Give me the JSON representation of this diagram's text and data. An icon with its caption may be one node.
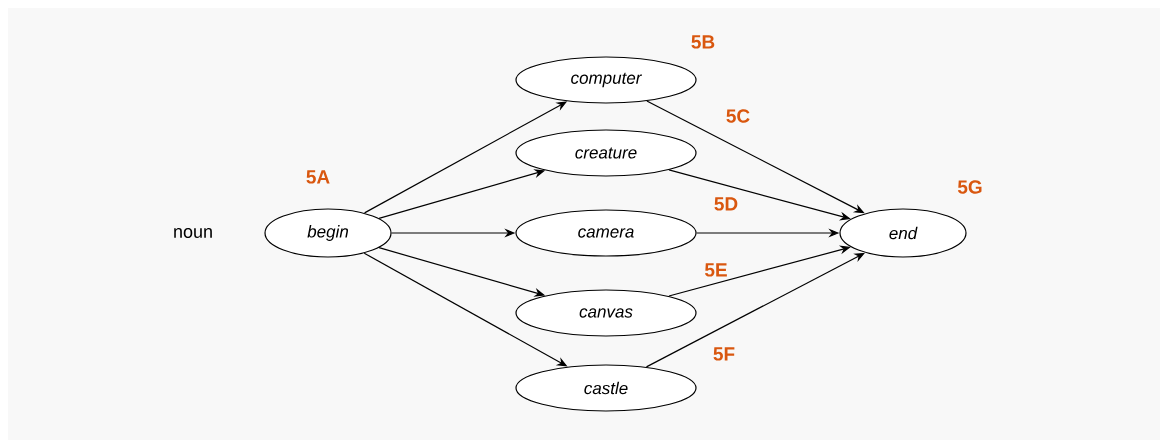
{
  "diagram": {
    "nodes": [
      {
        "text": [
          "begin"
        ],
        "beside": [
          "5A"
        ]
      },
      {
        "text": [
          "computer"
        ],
        "beside": [
          "5B"
        ]
      },
      {
        "text": [
          "creature"
        ],
        "beside": [
          "5C"
        ]
      },
      {
        "text": [
          "camera"
        ],
        "beside": [
          "5D"
        ]
      },
      {
        "text": [
          "canvas"
        ],
        "beside": [
          "5E"
        ]
      },
      {
        "text": [
          "castle"
        ],
        "beside": [
          "5F"
        ]
      },
      {
        "text": [
          "end"
        ],
        "beside": [
          "5G"
        ]
      }
    ],
    "edges": [
      {
        "from": 0,
        "to": 1,
        "arrow": "to"
      },
      {
        "from": 0,
        "to": 2,
        "arrow": "to"
      },
      {
        "from": 0,
        "to": 3,
        "arrow": "to"
      },
      {
        "from": 0,
        "to": 4,
        "arrow": "to"
      },
      {
        "from": 0,
        "to": 5,
        "arrow": "to"
      },
      {
        "from": 1,
        "to": 6,
        "arrow": "to"
      },
      {
        "from": 2,
        "to": 6,
        "arrow": "to"
      },
      {
        "from": 3,
        "to": 6,
        "arrow": "to"
      },
      {
        "from": 4,
        "to": 6,
        "arrow": "to"
      },
      {
        "from": 5,
        "to": 6,
        "arrow": "to"
      }
    ],
    "labels": [
      "noun"
    ]
  }
}
